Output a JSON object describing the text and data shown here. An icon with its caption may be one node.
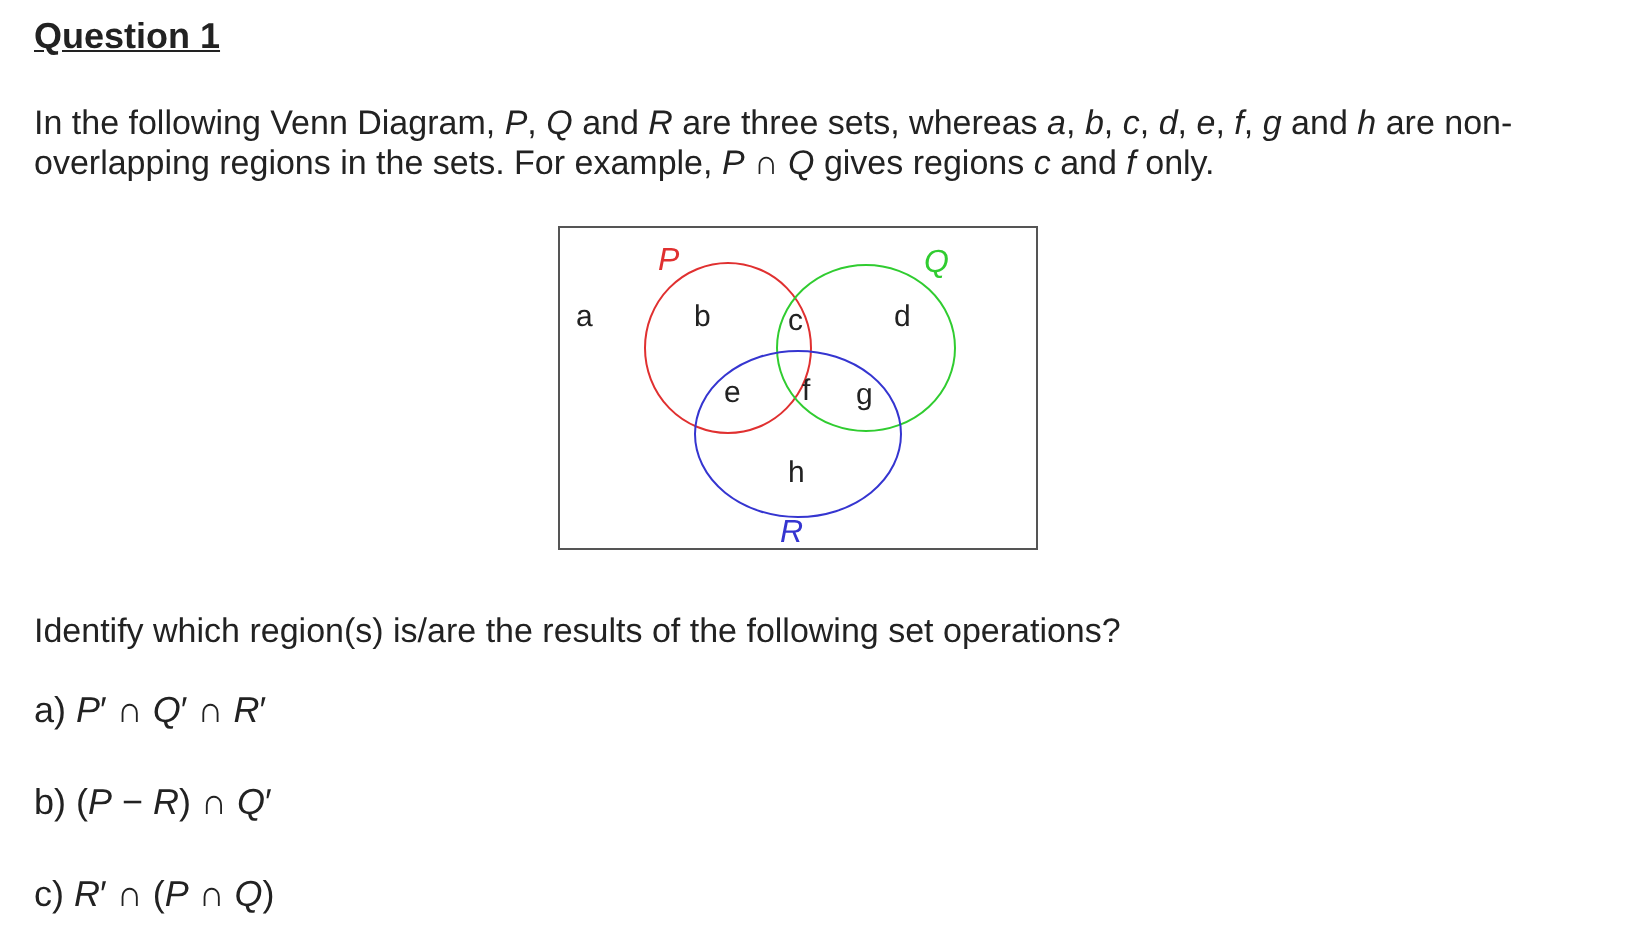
{
  "diagram": {
    "title": "Question 1",
    "nodes": [
      {
        "text": [],
        "shape": "box"
      },
      {
        "text": [
          "P"
        ],
        "in": 0
      },
      {
        "text": [
          "Q"
        ],
        "in": 0
      },
      {
        "text": [
          "R"
        ],
        "in": 0
      }
    ],
    "edges": [],
    "labels": [
      "In the following Venn Diagram, *P*, *Q* and *R* are three sets, whereas *a*, *b*, *c*, *d*, *e*, *f*, *g* and *h* are non-overlapping regions in the sets. For example, *P* ∩ *Q* gives regions *c* and *f* only.",
      "a",
      "b",
      "c",
      "d",
      "e",
      "f",
      "g",
      "h",
      "Identify which region(s) is/are the results of the following set operations?",
      "a) *P*′ ∩ *Q*′ ∩ *R*′",
      "b) (*P* − *R*) ∩ *Q*′",
      "c) *R*′ ∩ (*P* ∩ *Q*)"
    ]
  }
}
